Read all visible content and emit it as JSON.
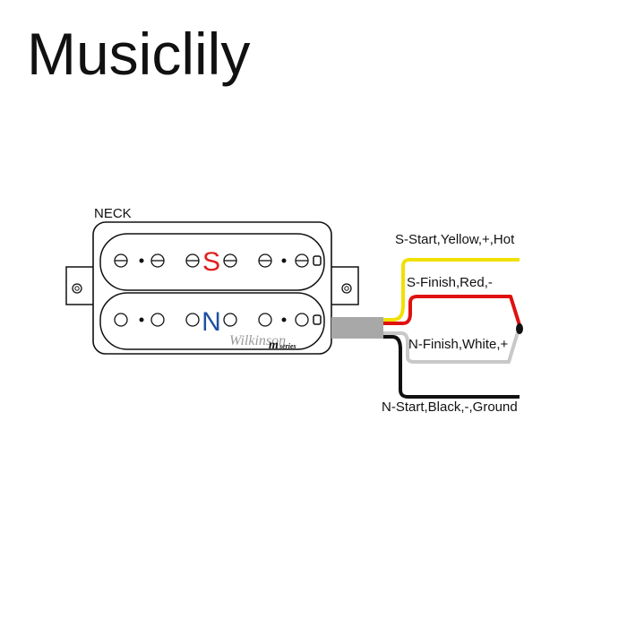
{
  "brand": "Musiclily",
  "position_label": "NECK",
  "coils": {
    "south": {
      "letter": "S",
      "color": "#e02020"
    },
    "north": {
      "letter": "N",
      "color": "#1f4fa3"
    }
  },
  "maker_mark": "Wilkinson",
  "series_mark": {
    "prefix": "m",
    "suffix": "series"
  },
  "wires": [
    {
      "label": "S-Start,Yellow,+,Hot",
      "color": "#f0e000"
    },
    {
      "label": "S-Finish,Red,-",
      "color": "#e01010"
    },
    {
      "label": "N-Finish,White,+",
      "color": "#c8c8c8"
    },
    {
      "label": "N-Start,Black,-,Ground",
      "color": "#111111"
    }
  ],
  "colors": {
    "outline": "#111111",
    "cable": "#a8a8a8"
  }
}
